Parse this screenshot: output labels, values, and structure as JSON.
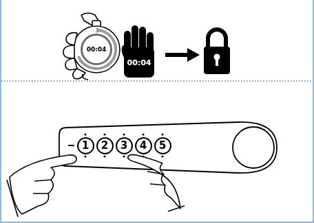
{
  "diagram": {
    "nodes": [
      {
        "text": [
          "00:04"
        ]
      },
      {
        "text": [
          "00:04"
        ]
      },
      {
        "text": [
          "1"
        ]
      },
      {
        "text": [
          "2"
        ]
      },
      {
        "text": [
          "3"
        ]
      },
      {
        "text": [
          "4"
        ]
      },
      {
        "text": [
          "5"
        ]
      }
    ]
  }
}
